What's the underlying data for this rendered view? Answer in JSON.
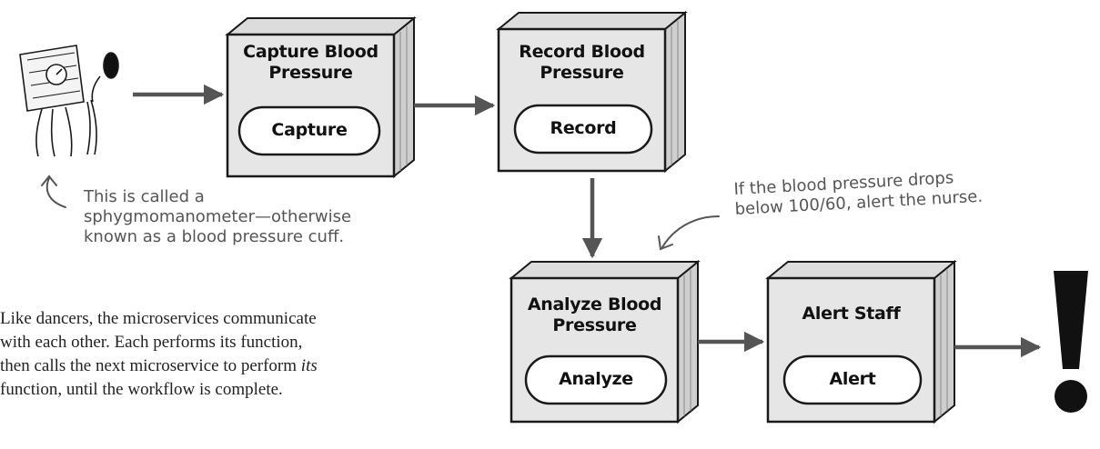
{
  "services": [
    {
      "title_1": "Capture Blood",
      "title_2": "Pressure",
      "action": "Capture"
    },
    {
      "title_1": "Record Blood",
      "title_2": "Pressure",
      "action": "Record"
    },
    {
      "title_1": "Analyze Blood",
      "title_2": "Pressure",
      "action": "Analyze"
    },
    {
      "title_1": "Alert Staff",
      "title_2": "",
      "action": "Alert"
    }
  ],
  "annotations": {
    "cuff": {
      "line_1": "This is called a",
      "line_2": "sphygmomanometer—otherwise",
      "line_3": "known as a blood pressure cuff."
    },
    "threshold": {
      "line_1": "If the blood pressure drops",
      "line_2": "below 100/60, alert the nurse."
    }
  },
  "body_text": {
    "line_1": "Like dancers, the microservices communicate",
    "line_2": "with each other. Each performs its function,",
    "line_3_pre": "then calls the next microservice to perform ",
    "line_3_em": "its",
    "line_4": "function, until the workflow is complete."
  },
  "colors": {
    "box_face": "#e6e6e6",
    "box_side": "#cfcfcf",
    "outline": "#1a1a1a",
    "arrow": "#555555",
    "note_text": "#555555"
  },
  "icons": {
    "device": "sphygmomanometer-icon",
    "alert": "exclamation-icon"
  }
}
